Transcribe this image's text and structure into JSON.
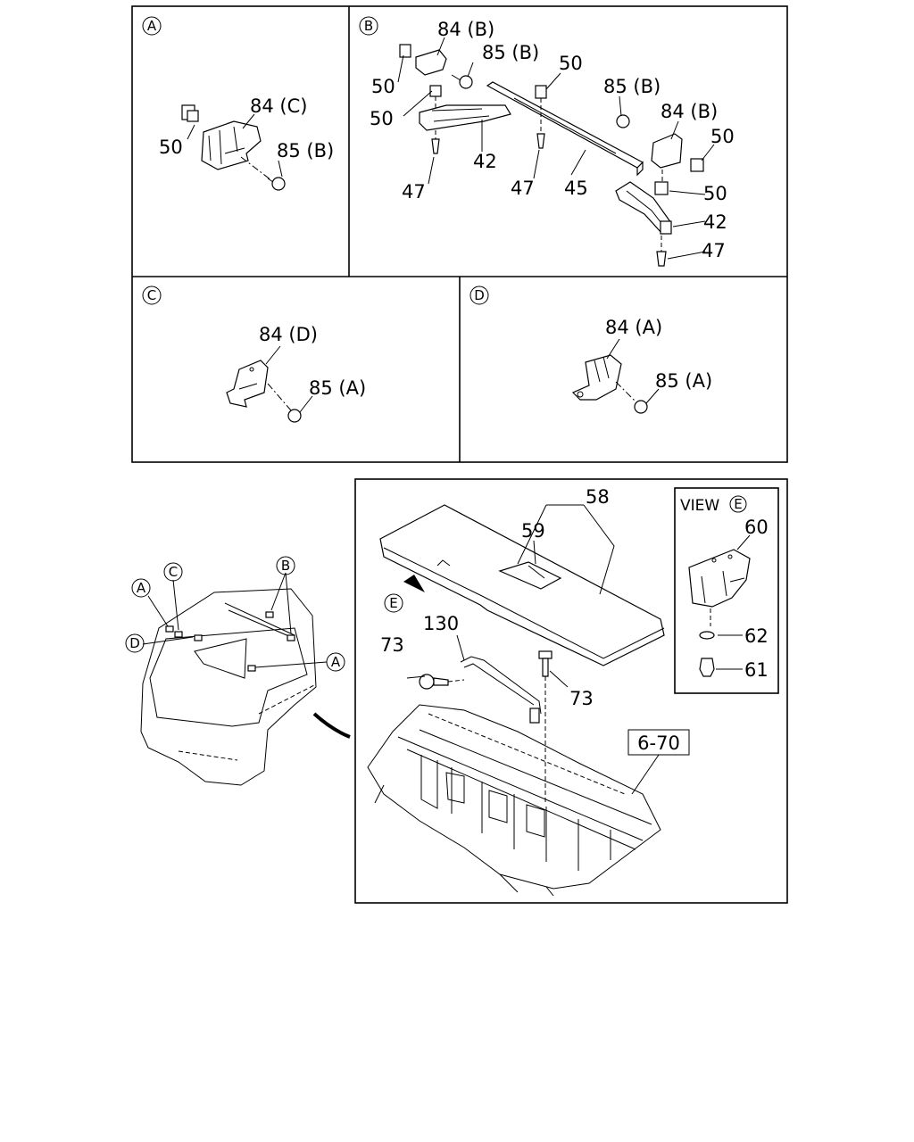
{
  "panels": {
    "A": {
      "key": "A",
      "callouts": [
        "84 (C)",
        "50",
        "85 (B)"
      ]
    },
    "B": {
      "key": "B",
      "callouts": [
        "84 (B)",
        "85 (B)",
        "50",
        "50",
        "50",
        "85 (B)",
        "84 (B)",
        "50",
        "42",
        "47",
        "47",
        "45",
        "50",
        "42",
        "47"
      ]
    },
    "C": {
      "key": "C",
      "callouts": [
        "84 (D)",
        "85 (A)"
      ]
    },
    "D": {
      "key": "D",
      "callouts": [
        "84 (A)",
        "85 (A)"
      ]
    }
  },
  "vehicle": {
    "markers": [
      "A",
      "C",
      "B",
      "D",
      "A"
    ]
  },
  "assembly": {
    "callouts": [
      "58",
      "59",
      "130",
      "73",
      "73"
    ],
    "view_marker": "E",
    "ref_box": "6-70",
    "view": {
      "prefix": "VIEW",
      "marker": "E",
      "callouts": [
        "60",
        "62",
        "61"
      ]
    }
  }
}
